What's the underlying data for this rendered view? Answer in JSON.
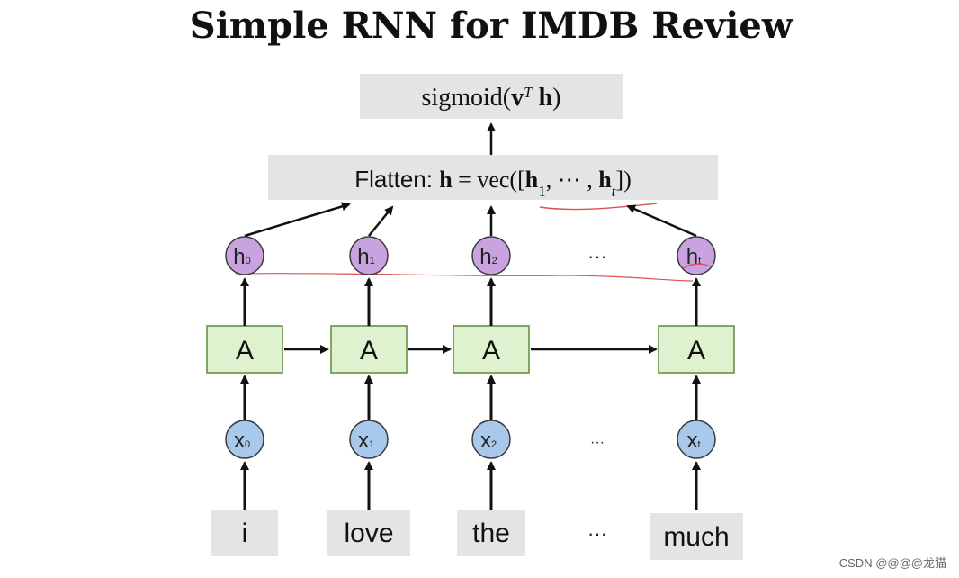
{
  "title": "Simple RNN for IMDB Review",
  "output_box": {
    "fn": "sigmoid",
    "arg_v": "v",
    "sup_T": "T",
    "arg_h": "h"
  },
  "flatten_box": {
    "prefix": "Flatten: ",
    "h": "h",
    "eq": " = vec([",
    "h1": "h",
    "sub1": "1",
    "mid": ", ⋯ , ",
    "ht": "h",
    "subt": "t",
    "close": "])"
  },
  "cells": [
    {
      "h_main": "h",
      "h_sub": "0",
      "a": "A",
      "x_main": "x",
      "x_sub": "0",
      "word": "i"
    },
    {
      "h_main": "h",
      "h_sub": "1",
      "a": "A",
      "x_main": "x",
      "x_sub": "1",
      "word": "love"
    },
    {
      "h_main": "h",
      "h_sub": "2",
      "a": "A",
      "x_main": "x",
      "x_sub": "2",
      "word": "the"
    },
    {
      "h_main": "h",
      "h_sub": "t",
      "a": "A",
      "x_main": "x",
      "x_sub": "t",
      "word": "much"
    }
  ],
  "ellipsis_h": "···",
  "ellipsis_x": "···",
  "ellipsis_word": "···",
  "watermark": "CSDN @@@@龙猫",
  "colors": {
    "box_gray": "#e4e4e4",
    "h_fill": "#c9a3e0",
    "x_fill": "#a8c8ec",
    "a_fill": "#dff2cf",
    "node_stroke": "#3a3a3a",
    "a_stroke": "#5c8a3c",
    "annotation_red": "#d9534f"
  }
}
